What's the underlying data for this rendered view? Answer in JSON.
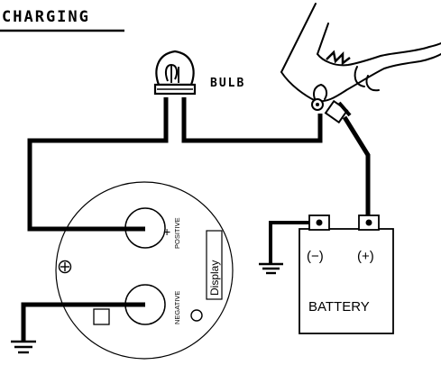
{
  "header": {
    "title": "CHARGING"
  },
  "bulb": {
    "label": "BULB"
  },
  "meter": {
    "positive_symbol": "+",
    "positive_label": "POSITIVE",
    "negative_label": "NEGATIVE",
    "display_label": "Display",
    "adjust_icon": "screw-head-icon",
    "indicator_icon": "led-icon"
  },
  "battery": {
    "label": "BATTERY",
    "negative_terminal": "(−)",
    "positive_terminal": "(+)"
  },
  "colors": {
    "ink": "#000000",
    "paper": "#ffffff"
  }
}
